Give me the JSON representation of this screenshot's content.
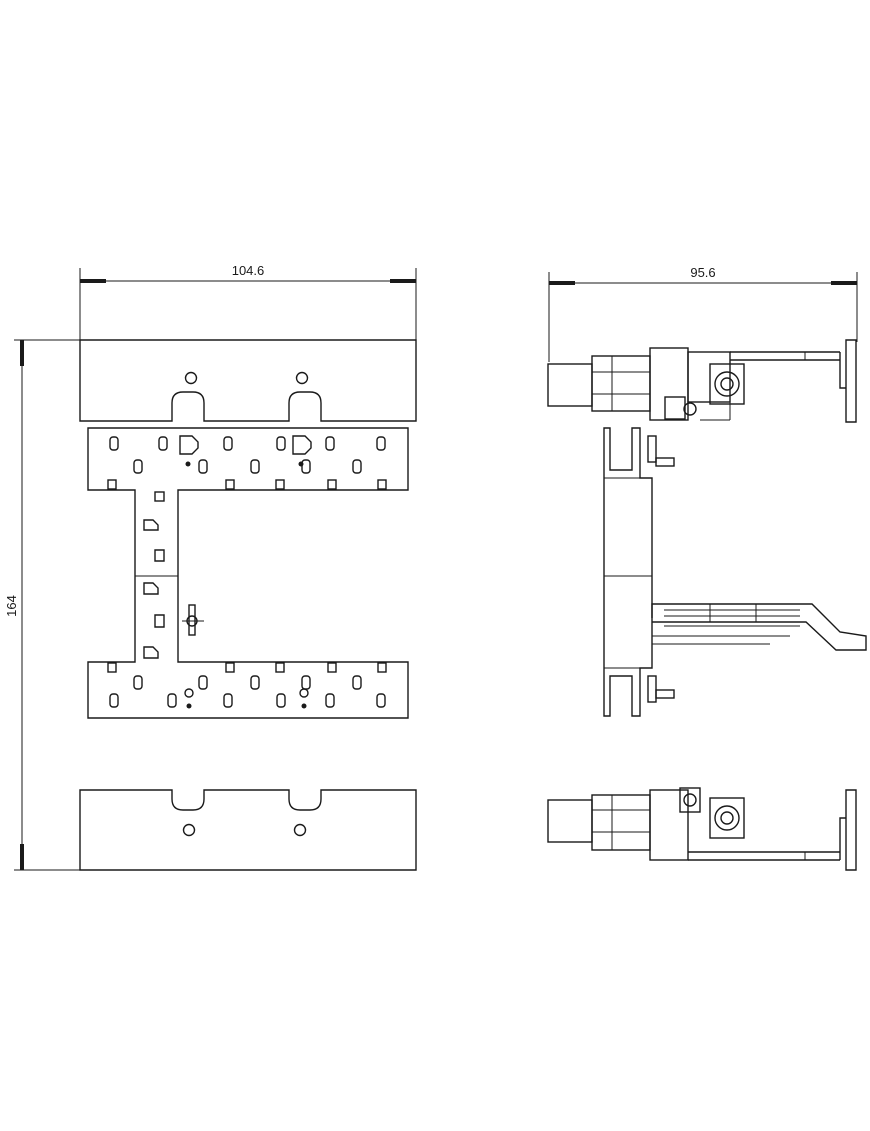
{
  "dimensions": {
    "width_front": "104.6",
    "width_side": "95.6",
    "height_front": "164"
  }
}
